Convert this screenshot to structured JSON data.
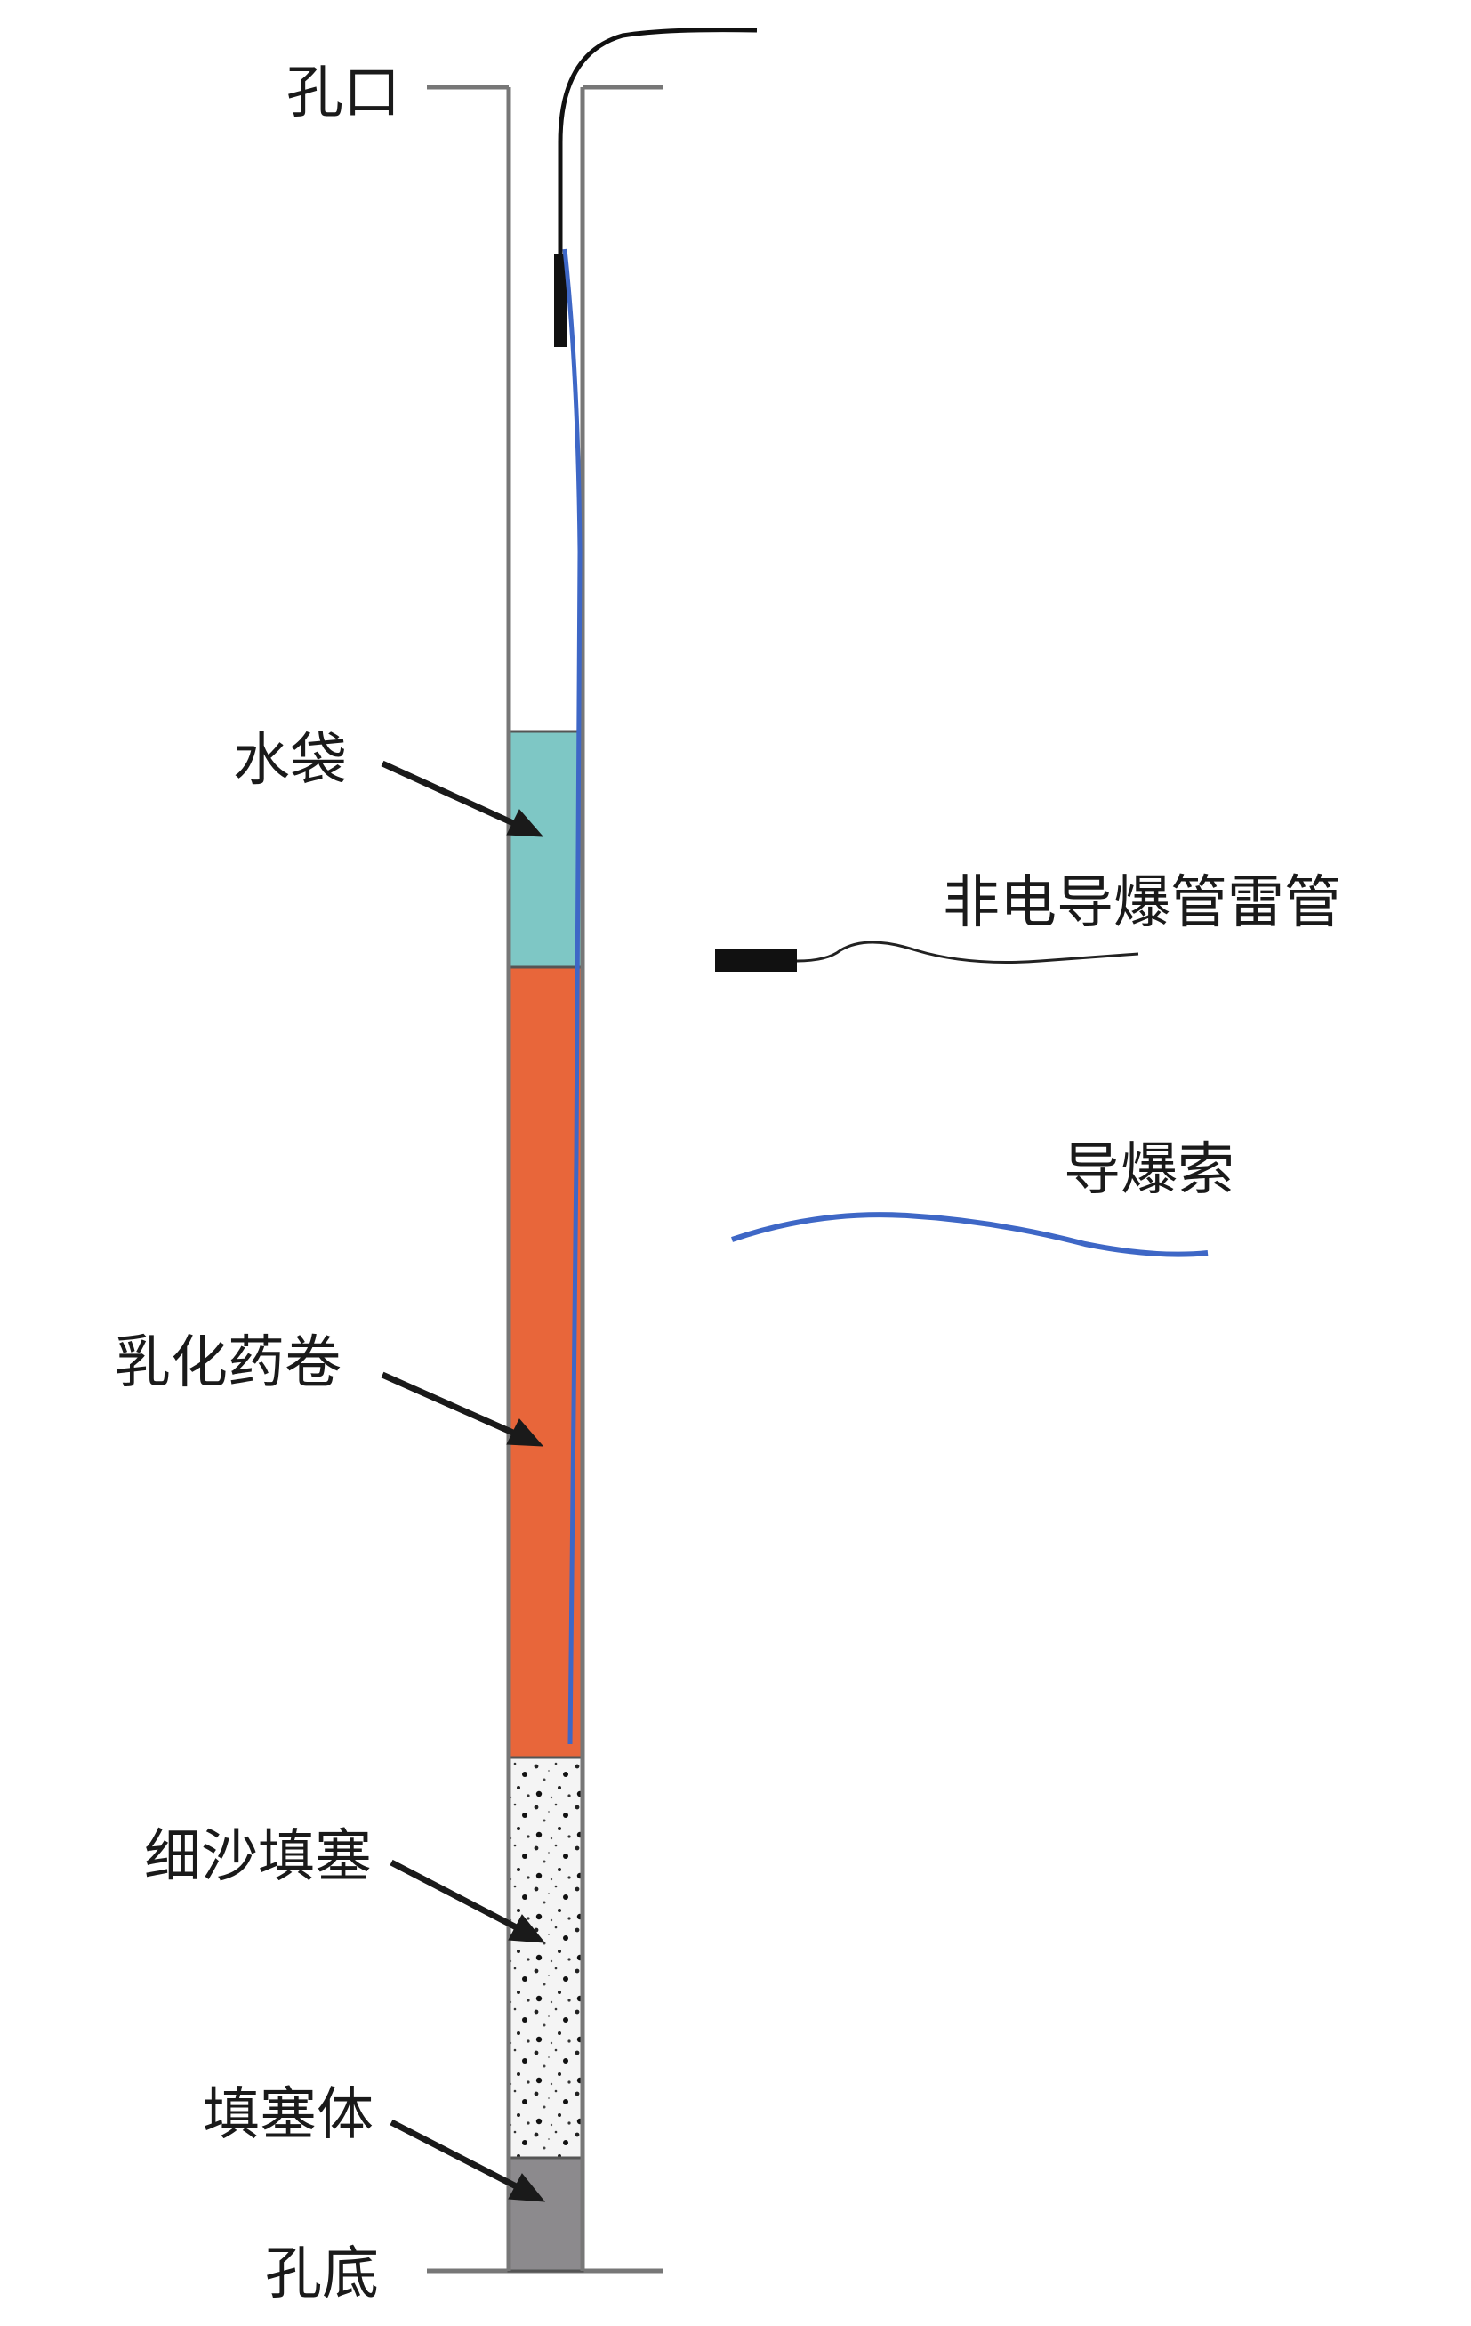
{
  "labels": {
    "hole_mouth": "孔口",
    "water_bag": "水袋",
    "emulsion_cartridge": "乳化药卷",
    "fine_sand_stemming": "细沙填塞",
    "stemming_body": "填塞体",
    "hole_bottom": "孔底"
  },
  "legend": {
    "detonator": "非电导爆管雷管",
    "detonating_cord": "导爆索"
  },
  "colors": {
    "water_bag": "#7ec7c5",
    "emulsion": "#e8663a",
    "sand": "#f4f4f4",
    "plug": "#8c8a8d",
    "cord": "#3e67c6",
    "detonator": "#111111",
    "wall": "#777777"
  }
}
